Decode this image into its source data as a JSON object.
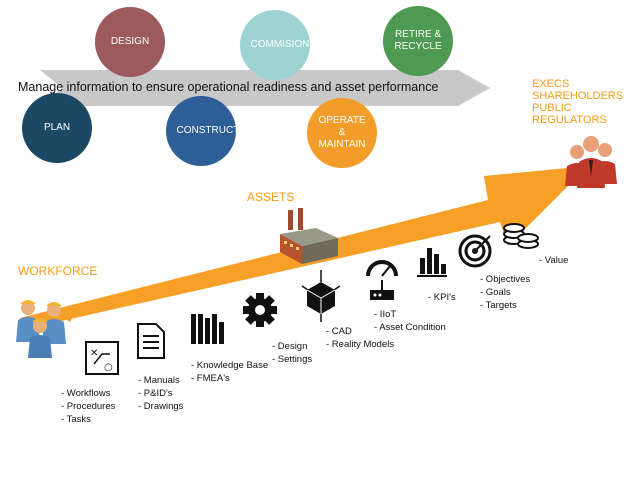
{
  "lifecycle": {
    "headline": "Manage information to ensure operational readiness and asset performance",
    "stages": {
      "design": "DESIGN",
      "commision": "COMMISION",
      "retire": "RETIRE & RECYCLE",
      "plan": "PLAN",
      "construct": "CONSTRUCT",
      "operate": "OPERATE & MAINTAIN"
    },
    "colors": {
      "design": "#9c5a5c",
      "commision": "#9dd3d2",
      "retire": "#4e9a52",
      "plan": "#1c4863",
      "construct": "#2f5f97",
      "operate": "#f29d2a",
      "chevron": "#c8c8c8"
    }
  },
  "labels": {
    "workforce": "WORKFORCE",
    "assets": "ASSETS"
  },
  "stakeholders": [
    "EXECS",
    "SHAREHOLDERS",
    "PUBLIC",
    "REGULATORS"
  ],
  "accent_color": "#f39a1a",
  "items": {
    "workflows": [
      "- Workflows",
      "- Procedures",
      "- Tasks"
    ],
    "manuals": [
      "- Manuals",
      "- P&ID's",
      "- Drawings"
    ],
    "knowledge": [
      "- Knowledge Base",
      "- FMEA's"
    ],
    "design": [
      "- Design",
      "- Settings"
    ],
    "cad": [
      "- CAD",
      "- Reality Models"
    ],
    "iiot": [
      "- IIoT",
      "- Asset Condition"
    ],
    "kpi": [
      "- KPI's"
    ],
    "objectives": [
      "- Objectives",
      "- Goals",
      "- Targets"
    ],
    "value": [
      "- Value"
    ]
  },
  "icons": {
    "workforce": "workers-icon",
    "workflows": "workflow-diagram-icon",
    "manuals": "document-icon",
    "knowledge": "books-icon",
    "design": "gear-icon",
    "cad": "3d-cube-icon",
    "factory": "factory-icon",
    "iiot": "sensor-gauge-icon",
    "kpi": "bar-chart-icon",
    "objectives": "target-icon",
    "value": "coins-icon",
    "stakeholders": "executives-icon"
  }
}
